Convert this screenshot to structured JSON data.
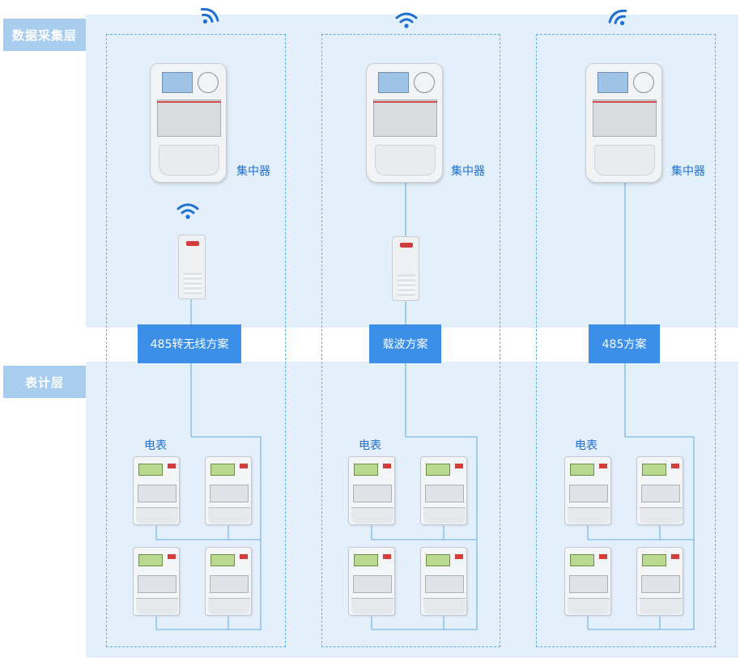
{
  "layers": {
    "top_label": "数据采集层",
    "bottom_label": "表计层"
  },
  "columns": [
    {
      "scheme": "485转无线方案",
      "concentrator_label": "集中器",
      "meter_label": "电表",
      "has_module": true,
      "module_wireless": true
    },
    {
      "scheme": "载波方案",
      "concentrator_label": "集中器",
      "meter_label": "电表",
      "has_module": true,
      "module_wireless": false
    },
    {
      "scheme": "485方案",
      "concentrator_label": "集中器",
      "meter_label": "电表",
      "has_module": false,
      "module_wireless": false
    }
  ],
  "icons": {
    "top_signal": "wifi-icon",
    "module_signal": "wifi-icon"
  },
  "colors": {
    "band": "#e3f0fb",
    "layer_label": "#a9cdef",
    "scheme_box": "#3b8fe8",
    "dashed_border": "#5bb2e6",
    "wire": "#7fb9e8",
    "device_text": "#1f6fd1",
    "wifi": "#1f6fd1"
  }
}
